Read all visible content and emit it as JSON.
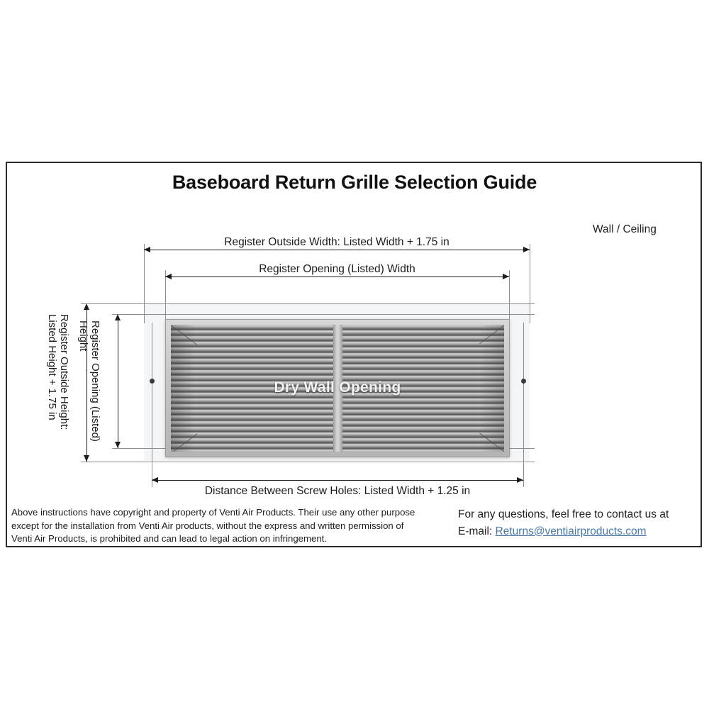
{
  "document": {
    "title": "Baseboard Return Grille Selection Guide"
  },
  "labels": {
    "wall_ceiling": "Wall / Ceiling",
    "register_outside_width": "Register Outside Width: Listed Width + 1.75 in",
    "register_opening_width": "Register Opening (Listed) Width",
    "register_outside_height_l1": "Register Outside Height:",
    "register_outside_height_l2": "Listed Height + 1.75 in",
    "register_opening_height_l1": "Register Opening (Listed)",
    "register_opening_height_l2": "Height",
    "screw_holes": "Distance Between Screw Holes: Listed Width + 1.25 in",
    "dry_wall_opening": "Dry Wall Opening"
  },
  "footer": {
    "copyright_l1": "Above instructions have copyright and property of Venti Air Products. Their use any other purpose",
    "copyright_l2": "except for the installation from Venti Air products, without the express and written permission of",
    "copyright_l3": "Venti Air Products, is prohibited and can lead to legal action on infringement.",
    "contact_line": "For any questions, feel free to contact us at",
    "email_prefix": "E-mail: ",
    "email": "Returns@ventiairproducts.com"
  },
  "colors": {
    "frame_border": "#2b2b2b",
    "dimension_line": "#1d1d1d",
    "extension_line": "#8d8d8d",
    "link": "#4679a8",
    "grille_face": "#b9b9b9",
    "caption_text": "#f3f3f3"
  }
}
